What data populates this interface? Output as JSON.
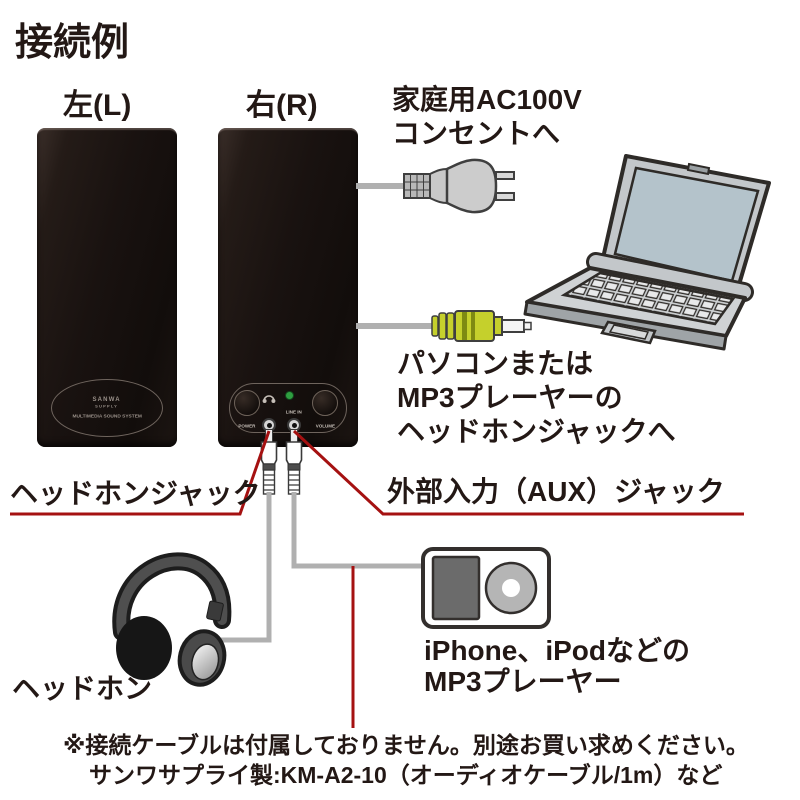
{
  "title": "接続例",
  "speakers": {
    "left_label": "左(L)",
    "right_label": "右(R)",
    "badge_brand_top": "SANWA",
    "badge_brand_bottom": "SUPPLY",
    "badge_caption": "MULTIMEDIA SOUND SYSTEM",
    "panel": {
      "power": "POWER",
      "line_in": "LINE IN",
      "volume": "VOLUME"
    }
  },
  "annotations": {
    "ac_outlet": [
      "家庭用AC100V",
      "コンセントへ"
    ],
    "pc_source": [
      "パソコンまたは",
      "MP3プレーヤーの",
      "ヘッドホンジャックへ"
    ],
    "headphone_jack": "ヘッドホンジャック",
    "aux_jack": "外部入力（AUX）ジャック",
    "headphone": "ヘッドホン",
    "mp3_player": [
      "iPhone、iPodなどの",
      "MP3プレーヤー"
    ]
  },
  "note": [
    "※接続ケーブルは付属しておりません。別途お買い求めください。",
    "サンワサプライ製:KM-A2-10（オーディオケーブル/1m）など"
  ],
  "colors": {
    "text": "#231815",
    "accent_red": "#a51111",
    "cable_gray": "#b0b0b0",
    "plug_yellow": "#c5d02c",
    "led_green": "#2f9e41",
    "speaker_black": "#191210",
    "laptop_screen": "#b4c3cb"
  }
}
